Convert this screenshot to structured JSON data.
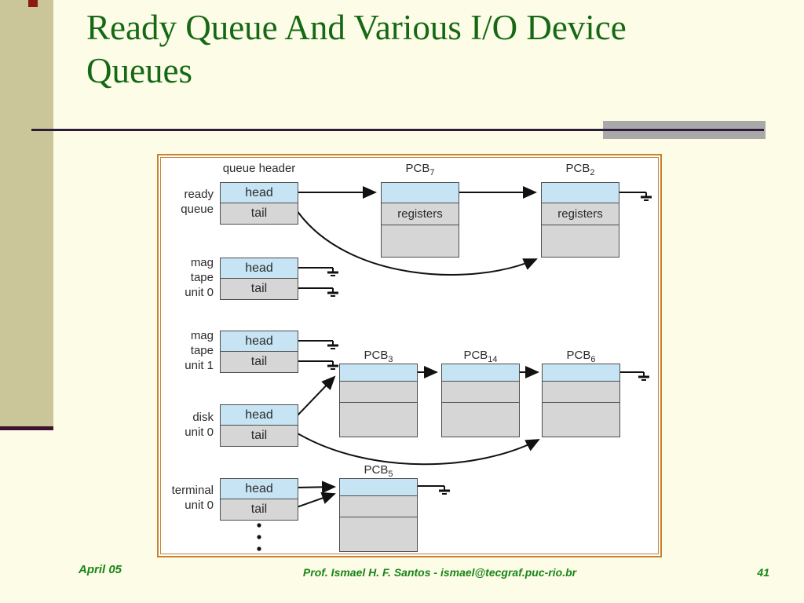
{
  "slide": {
    "title_line1": "Ready Queue And Various I/O Device",
    "title_line2": "Queues"
  },
  "footer": {
    "date": "April 05",
    "credit": "Prof. Ismael H. F. Santos -  ismael@tecgraf.puc-rio.br",
    "page_number": "41"
  },
  "diagram": {
    "header_label": "queue header",
    "head_label": "head",
    "tail_label": "tail",
    "registers_label": "registers",
    "queues": [
      {
        "name": "ready-queue",
        "label_lines": [
          "ready",
          "queue"
        ]
      },
      {
        "name": "mag-tape-unit-0",
        "label_lines": [
          "mag",
          "tape",
          "unit 0"
        ]
      },
      {
        "name": "mag-tape-unit-1",
        "label_lines": [
          "mag",
          "tape",
          "unit 1"
        ]
      },
      {
        "name": "disk-unit-0",
        "label_lines": [
          "disk",
          "unit 0"
        ]
      },
      {
        "name": "terminal-unit-0",
        "label_lines": [
          "terminal",
          "unit 0"
        ]
      }
    ],
    "pcbs": [
      {
        "id": "pcb7",
        "base": "PCB",
        "sub": "7"
      },
      {
        "id": "pcb2",
        "base": "PCB",
        "sub": "2"
      },
      {
        "id": "pcb3",
        "base": "PCB",
        "sub": "3"
      },
      {
        "id": "pcb14",
        "base": "PCB",
        "sub": "14"
      },
      {
        "id": "pcb6",
        "base": "PCB",
        "sub": "6"
      },
      {
        "id": "pcb5",
        "base": "PCB",
        "sub": "5"
      }
    ]
  },
  "colors": {
    "background": "#FDFCE6",
    "sidebar": "#CBC699",
    "sidebar_underline": "#3D1230",
    "title_green": "#156915",
    "footer_green": "#178517",
    "rule_purple": "#2B1C3C",
    "rule_gray": "#A9A9A9",
    "frame_orange": "#C8822F",
    "pcb_header_blue": "#C6E4F4",
    "pcb_body_gray": "#D6D6D6",
    "connector_black": "#111111",
    "red_accent": "#8D1816"
  }
}
